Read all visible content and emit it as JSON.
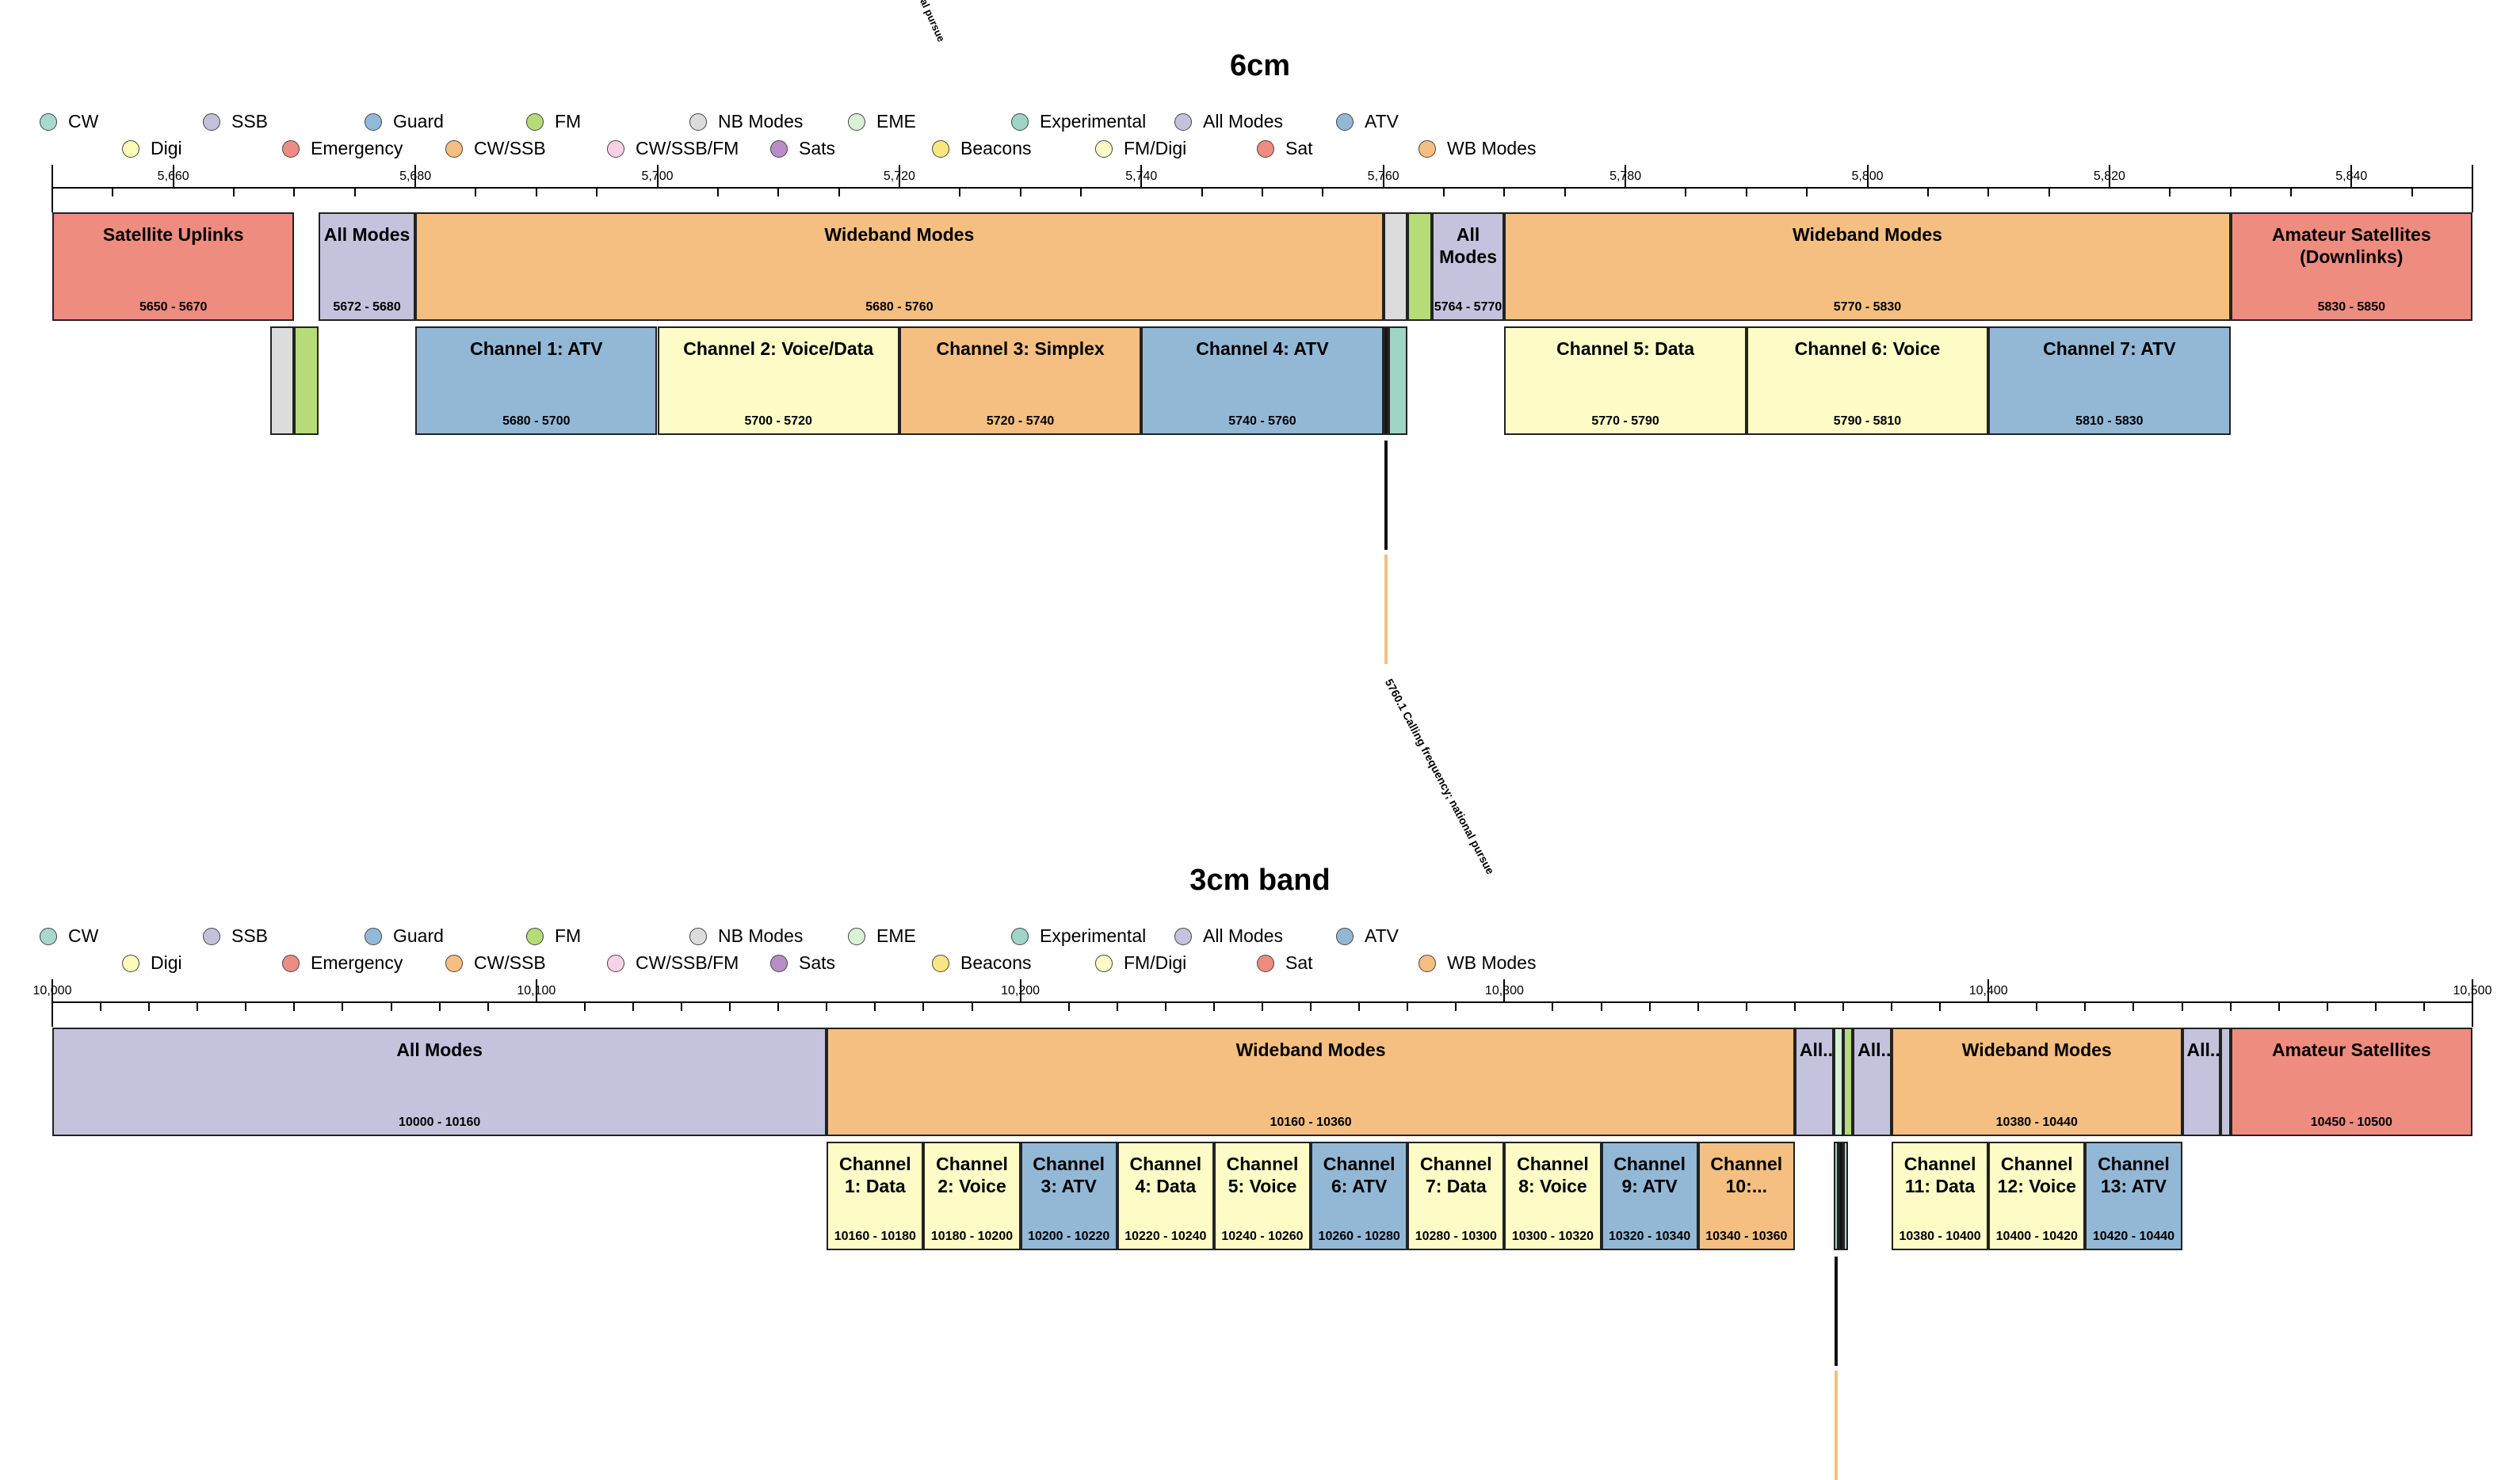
{
  "colors": {
    "cw": "#a7d9cc",
    "ssb": "#c3c1dc",
    "guard": "#93b9d9",
    "fm": "#b5dc78",
    "nbmodes": "#dcdcdc",
    "eme": "#d9f1d6",
    "experimental": "#9ed5c7",
    "allmodes": "#c4c2dc",
    "atv": "#93b8d6",
    "digi": "#fbfbb9",
    "emergency": "#ec8d84",
    "cwssb": "#f4bf80",
    "cwssbfm": "#f7d2e6",
    "sats": "#b78fc6",
    "beacons": "#fbe681",
    "fmdigi": "#fdfcc7",
    "sat": "#ee8c7f",
    "wbmodes": "#f4bf80"
  },
  "legend_row1": [
    {
      "key": "cw",
      "label": "CW"
    },
    {
      "key": "ssb",
      "label": "SSB"
    },
    {
      "key": "guard",
      "label": "Guard"
    },
    {
      "key": "fm",
      "label": "FM"
    },
    {
      "key": "nbmodes",
      "label": "NB Modes"
    },
    {
      "key": "eme",
      "label": "EME"
    },
    {
      "key": "experimental",
      "label": "Experimental"
    },
    {
      "key": "allmodes",
      "label": "All Modes"
    },
    {
      "key": "atv",
      "label": "ATV"
    }
  ],
  "legend_row2": [
    {
      "key": "digi",
      "label": "Digi"
    },
    {
      "key": "emergency",
      "label": "Emergency"
    },
    {
      "key": "cwssb",
      "label": "CW/SSB"
    },
    {
      "key": "cwssbfm",
      "label": "CW/SSB/FM"
    },
    {
      "key": "sats",
      "label": "Sats"
    },
    {
      "key": "beacons",
      "label": "Beacons"
    },
    {
      "key": "fmdigi",
      "label": "FM/Digi"
    },
    {
      "key": "sat",
      "label": "Sat"
    },
    {
      "key": "wbmodes",
      "label": "WB Modes"
    }
  ],
  "top_cut_label": "al pursue",
  "bands": [
    {
      "title": "6cm",
      "min": 5650,
      "max": 5850,
      "major_ticks": [
        {
          "v": 5660,
          "label": "5,660"
        },
        {
          "v": 5680,
          "label": "5,680"
        },
        {
          "v": 5700,
          "label": "5,700"
        },
        {
          "v": 5720,
          "label": "5,720"
        },
        {
          "v": 5740,
          "label": "5,740"
        },
        {
          "v": 5760,
          "label": "5,760"
        },
        {
          "v": 5780,
          "label": "5,780"
        },
        {
          "v": 5800,
          "label": "5,800"
        },
        {
          "v": 5820,
          "label": "5,820"
        },
        {
          "v": 5840,
          "label": "5,840"
        }
      ],
      "minor_step": 5,
      "row1": [
        {
          "s": 5650,
          "e": 5670,
          "c": "sat",
          "label": "Satellite Uplinks",
          "range": "5650 - 5670"
        },
        {
          "s": 5672,
          "e": 5680,
          "c": "allmodes",
          "label": "All Modes",
          "range": "5672 - 5680"
        },
        {
          "s": 5680,
          "e": 5760,
          "c": "wbmodes",
          "label": "Wideband Modes",
          "range": "5680 - 5760"
        },
        {
          "s": 5760,
          "e": 5762,
          "c": "nbmodes",
          "label": "",
          "range": ""
        },
        {
          "s": 5762,
          "e": 5764,
          "c": "fm",
          "label": "",
          "range": ""
        },
        {
          "s": 5764,
          "e": 5770,
          "c": "allmodes",
          "label": "All Modes",
          "range": "5764 - 5770"
        },
        {
          "s": 5770,
          "e": 5830,
          "c": "wbmodes",
          "label": "Wideband Modes",
          "range": "5770 - 5830"
        },
        {
          "s": 5830,
          "e": 5850,
          "c": "sat",
          "label": "Amateur Satellites (Downlinks)",
          "range": "5830 - 5850"
        }
      ],
      "row2": [
        {
          "s": 5668,
          "e": 5670,
          "c": "nbmodes",
          "label": "",
          "range": ""
        },
        {
          "s": 5670,
          "e": 5672,
          "c": "fm",
          "label": "",
          "range": ""
        },
        {
          "s": 5680,
          "e": 5700,
          "c": "atv",
          "label": "Channel 1: ATV",
          "range": "5680 - 5700"
        },
        {
          "s": 5700,
          "e": 5720,
          "c": "fmdigi",
          "label": "Channel 2: Voice/Data",
          "range": "5700 - 5720"
        },
        {
          "s": 5720,
          "e": 5740,
          "c": "cwssb",
          "label": "Channel 3: Simplex",
          "range": "5720 - 5740"
        },
        {
          "s": 5740,
          "e": 5760,
          "c": "atv",
          "label": "Channel 4: ATV",
          "range": "5740 - 5760"
        },
        {
          "s": 5760,
          "e": 5760.4,
          "c": "black",
          "label": "",
          "range": ""
        },
        {
          "s": 5760.4,
          "e": 5762,
          "c": "experimental",
          "label": "",
          "range": ""
        },
        {
          "s": 5770,
          "e": 5790,
          "c": "fmdigi",
          "label": "Channel 5: Data",
          "range": "5770 - 5790"
        },
        {
          "s": 5790,
          "e": 5810,
          "c": "fmdigi",
          "label": "Channel 6: Voice",
          "range": "5790 - 5810"
        },
        {
          "s": 5810,
          "e": 5830,
          "c": "atv",
          "label": "Channel 7: ATV",
          "range": "5810 - 5830"
        }
      ],
      "marker_at": 5760.2,
      "marker_label": "5760.1 Calling frequency; national pursue"
    },
    {
      "title": "3cm band",
      "min": 10000,
      "max": 10500,
      "major_ticks": [
        {
          "v": 10000,
          "label": "10,000"
        },
        {
          "v": 10100,
          "label": "10,100"
        },
        {
          "v": 10200,
          "label": "10,200"
        },
        {
          "v": 10300,
          "label": "10,300"
        },
        {
          "v": 10400,
          "label": "10,400"
        },
        {
          "v": 10500,
          "label": "10,500"
        }
      ],
      "minor_step": 10,
      "row1": [
        {
          "s": 10000,
          "e": 10160,
          "c": "allmodes",
          "label": "All Modes",
          "range": "10000 - 10160"
        },
        {
          "s": 10160,
          "e": 10360,
          "c": "wbmodes",
          "label": "Wideband Modes",
          "range": "10160 - 10360"
        },
        {
          "s": 10360,
          "e": 10368,
          "c": "allmodes",
          "label": "All...",
          "range": ""
        },
        {
          "s": 10368,
          "e": 10370,
          "c": "eme",
          "label": "",
          "range": ""
        },
        {
          "s": 10370,
          "e": 10372,
          "c": "fm",
          "label": "",
          "range": ""
        },
        {
          "s": 10372,
          "e": 10380,
          "c": "allmodes",
          "label": "All...",
          "range": ""
        },
        {
          "s": 10380,
          "e": 10440,
          "c": "wbmodes",
          "label": "Wideband Modes",
          "range": "10380 - 10440"
        },
        {
          "s": 10440,
          "e": 10448,
          "c": "allmodes",
          "label": "All...",
          "range": ""
        },
        {
          "s": 10448,
          "e": 10450,
          "c": "allmodes",
          "label": "",
          "range": ""
        },
        {
          "s": 10450,
          "e": 10500,
          "c": "sat",
          "label": "Amateur Satellites",
          "range": "10450 - 10500"
        }
      ],
      "row2": [
        {
          "s": 10160,
          "e": 10180,
          "c": "fmdigi",
          "label": "Channel 1: Data",
          "range": "10160 - 10180"
        },
        {
          "s": 10180,
          "e": 10200,
          "c": "fmdigi",
          "label": "Channel 2: Voice",
          "range": "10180 - 10200"
        },
        {
          "s": 10200,
          "e": 10220,
          "c": "atv",
          "label": "Channel 3: ATV",
          "range": "10200 - 10220"
        },
        {
          "s": 10220,
          "e": 10240,
          "c": "fmdigi",
          "label": "Channel 4: Data",
          "range": "10220 - 10240"
        },
        {
          "s": 10240,
          "e": 10260,
          "c": "fmdigi",
          "label": "Channel 5: Voice",
          "range": "10240 - 10260"
        },
        {
          "s": 10260,
          "e": 10280,
          "c": "atv",
          "label": "Channel 6: ATV",
          "range": "10260 - 10280"
        },
        {
          "s": 10280,
          "e": 10300,
          "c": "fmdigi",
          "label": "Channel 7: Data",
          "range": "10280 - 10300"
        },
        {
          "s": 10300,
          "e": 10320,
          "c": "fmdigi",
          "label": "Channel 8: Voice",
          "range": "10300 - 10320"
        },
        {
          "s": 10320,
          "e": 10340,
          "c": "atv",
          "label": "Channel 9: ATV",
          "range": "10320 - 10340"
        },
        {
          "s": 10340,
          "e": 10360,
          "c": "cwssb",
          "label": "Channel 10:...",
          "range": "10340 - 10360"
        },
        {
          "s": 10368,
          "e": 10369,
          "c": "experimental",
          "label": "",
          "range": ""
        },
        {
          "s": 10369,
          "e": 10370,
          "c": "black",
          "label": "",
          "range": ""
        },
        {
          "s": 10370,
          "e": 10371,
          "c": "experimental",
          "label": "",
          "range": ""
        },
        {
          "s": 10380,
          "e": 10400,
          "c": "fmdigi",
          "label": "Channel 11: Data",
          "range": "10380 - 10400"
        },
        {
          "s": 10400,
          "e": 10420,
          "c": "fmdigi",
          "label": "Channel 12: Voice",
          "range": "10400 - 10420"
        },
        {
          "s": 10420,
          "e": 10440,
          "c": "atv",
          "label": "Channel 13: ATV",
          "range": "10420 - 10440"
        }
      ],
      "marker_at": 10368.5,
      "marker_label": ""
    }
  ]
}
